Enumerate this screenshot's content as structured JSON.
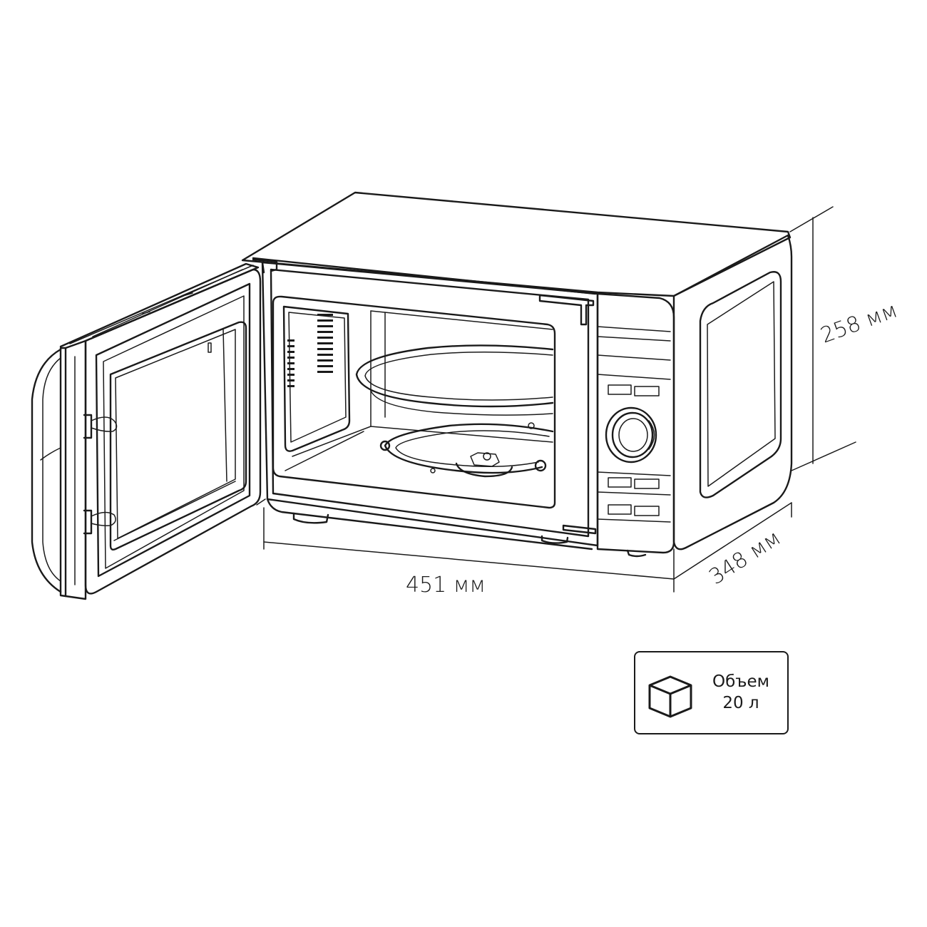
{
  "dimensions": {
    "width_label": "451 мм",
    "depth_label": "348 мм",
    "height_label": "258 мм"
  },
  "volume": {
    "icon": "cube-icon",
    "title": "Объем",
    "value": "20 л"
  },
  "colors": {
    "line": "#1a1a1a",
    "background": "#ffffff"
  }
}
